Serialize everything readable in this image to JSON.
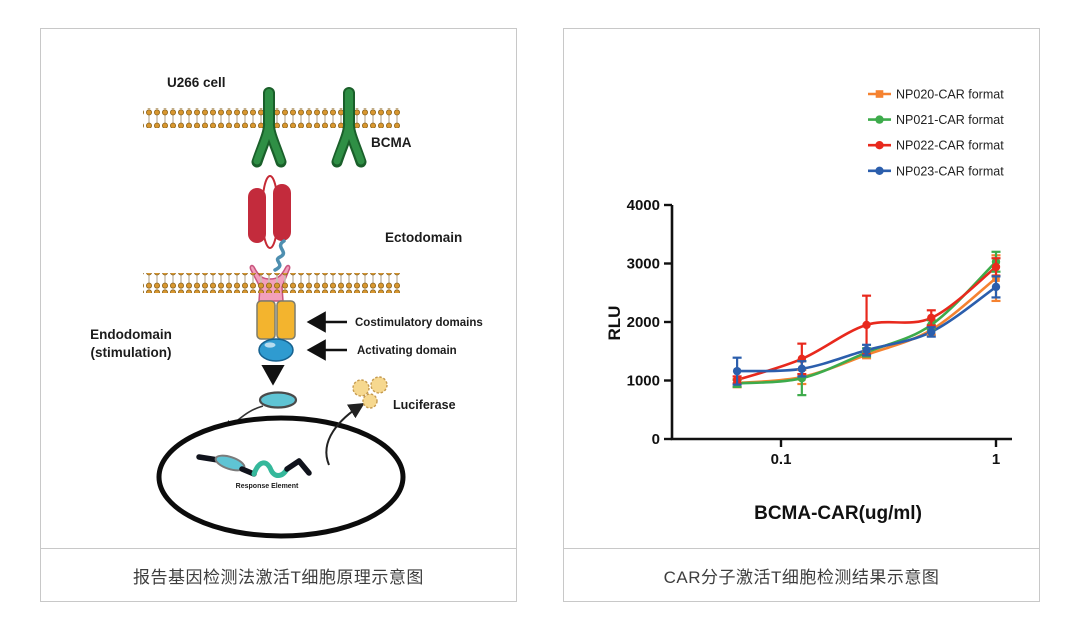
{
  "left_panel": {
    "caption": "报告基因检测法激活T细胞原理示意图",
    "labels": {
      "cell": "U266 cell",
      "bcma": "BCMA",
      "ectodomain": "Ectodomain",
      "endodomain_line1": "Endodomain",
      "endodomain_line2": "(stimulation)",
      "costimulatory": "Costimulatory domains",
      "activating": "Activating domain",
      "luciferase": "Luciferase",
      "response_element": "Response Element"
    }
  },
  "right_panel": {
    "caption": "CAR分子激活T细胞检测结果示意图"
  },
  "chart_data": {
    "type": "line",
    "title": "",
    "xlabel": "BCMA-CAR(ug/ml)",
    "ylabel": "RLU",
    "x_scale": "log",
    "grid": false,
    "legend_position": "top-right",
    "x": [
      0.0625,
      0.125,
      0.25,
      0.5,
      1
    ],
    "xticks": [
      {
        "value": 0.1,
        "label": "0.1"
      },
      {
        "value": 1,
        "label": "1"
      }
    ],
    "yticks": [
      0,
      1000,
      2000,
      3000,
      4000
    ],
    "ylim": [
      0,
      4000
    ],
    "series": [
      {
        "name": "NP020-CAR format",
        "color": "#F58230",
        "marker": "square",
        "values": [
          955,
          1060,
          1440,
          1865,
          2750
        ],
        "errors": [
          70,
          120,
          60,
          80,
          390
        ]
      },
      {
        "name": "NP021-CAR format",
        "color": "#3DAB4B",
        "marker": "circle",
        "values": [
          950,
          1040,
          1480,
          1950,
          3030
        ],
        "errors": [
          60,
          290,
          70,
          80,
          170
        ]
      },
      {
        "name": "NP022-CAR format",
        "color": "#E8291D",
        "marker": "circle",
        "values": [
          1010,
          1370,
          1950,
          2070,
          2940
        ],
        "errors": [
          60,
          260,
          500,
          130,
          150
        ]
      },
      {
        "name": "NP023-CAR format",
        "color": "#2B5EAC",
        "marker": "circle",
        "values": [
          1160,
          1200,
          1520,
          1830,
          2600
        ],
        "errors": [
          230,
          130,
          90,
          80,
          180
        ]
      }
    ]
  }
}
